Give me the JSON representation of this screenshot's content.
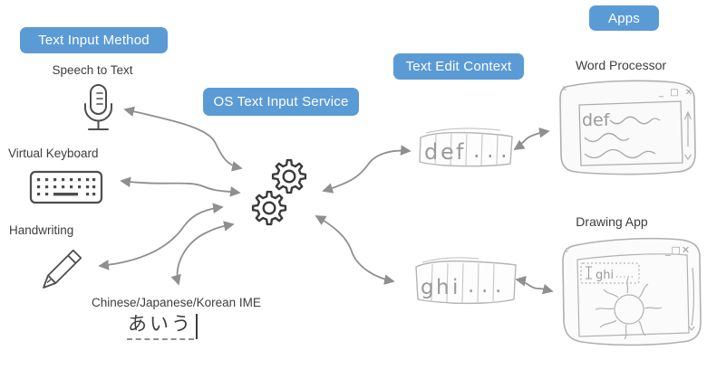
{
  "labels": {
    "text_input_method": "Text Input Method",
    "os_text_input_service": "OS Text Input Service",
    "text_edit_context": "Text Edit Context",
    "apps": "Apps",
    "speech_to_text": "Speech to Text",
    "virtual_keyboard": "Virtual Keyboard",
    "handwriting": "Handwriting",
    "cjk_ime": "Chinese/Japanese/Korean IME",
    "word_processor": "Word Processor",
    "drawing_app": "Drawing App"
  },
  "ime": {
    "composition": "あいう"
  },
  "def_context": {
    "cells": [
      "d",
      "e",
      "f",
      ".",
      ".",
      "."
    ]
  },
  "ghi_context": {
    "cells": [
      "g",
      "h",
      "i",
      ".",
      ".",
      "."
    ]
  },
  "wp_window": {
    "doc_text": "def",
    "controls": "_ □ ✕"
  },
  "drawing_window": {
    "text_box": "ghi",
    "controls": "_□✕"
  },
  "colors": {
    "accent_blue": "#5b9bd5",
    "arrow_gray": "#8f8f8f",
    "sketch_gray": "#b0b0b0",
    "icon_gray": "#4d4d4d"
  },
  "connections": [
    {
      "from": "speech-to-text",
      "to": "os-text-input-service",
      "bidirectional": true
    },
    {
      "from": "virtual-keyboard",
      "to": "os-text-input-service",
      "bidirectional": true
    },
    {
      "from": "handwriting",
      "to": "os-text-input-service",
      "bidirectional": true
    },
    {
      "from": "cjk-ime",
      "to": "os-text-input-service",
      "bidirectional": true
    },
    {
      "from": "os-text-input-service",
      "to": "text-edit-context-def",
      "bidirectional": true
    },
    {
      "from": "os-text-input-service",
      "to": "text-edit-context-ghi",
      "bidirectional": true
    },
    {
      "from": "text-edit-context-def",
      "to": "word-processor",
      "bidirectional": true
    },
    {
      "from": "text-edit-context-ghi",
      "to": "drawing-app",
      "bidirectional": true
    }
  ]
}
